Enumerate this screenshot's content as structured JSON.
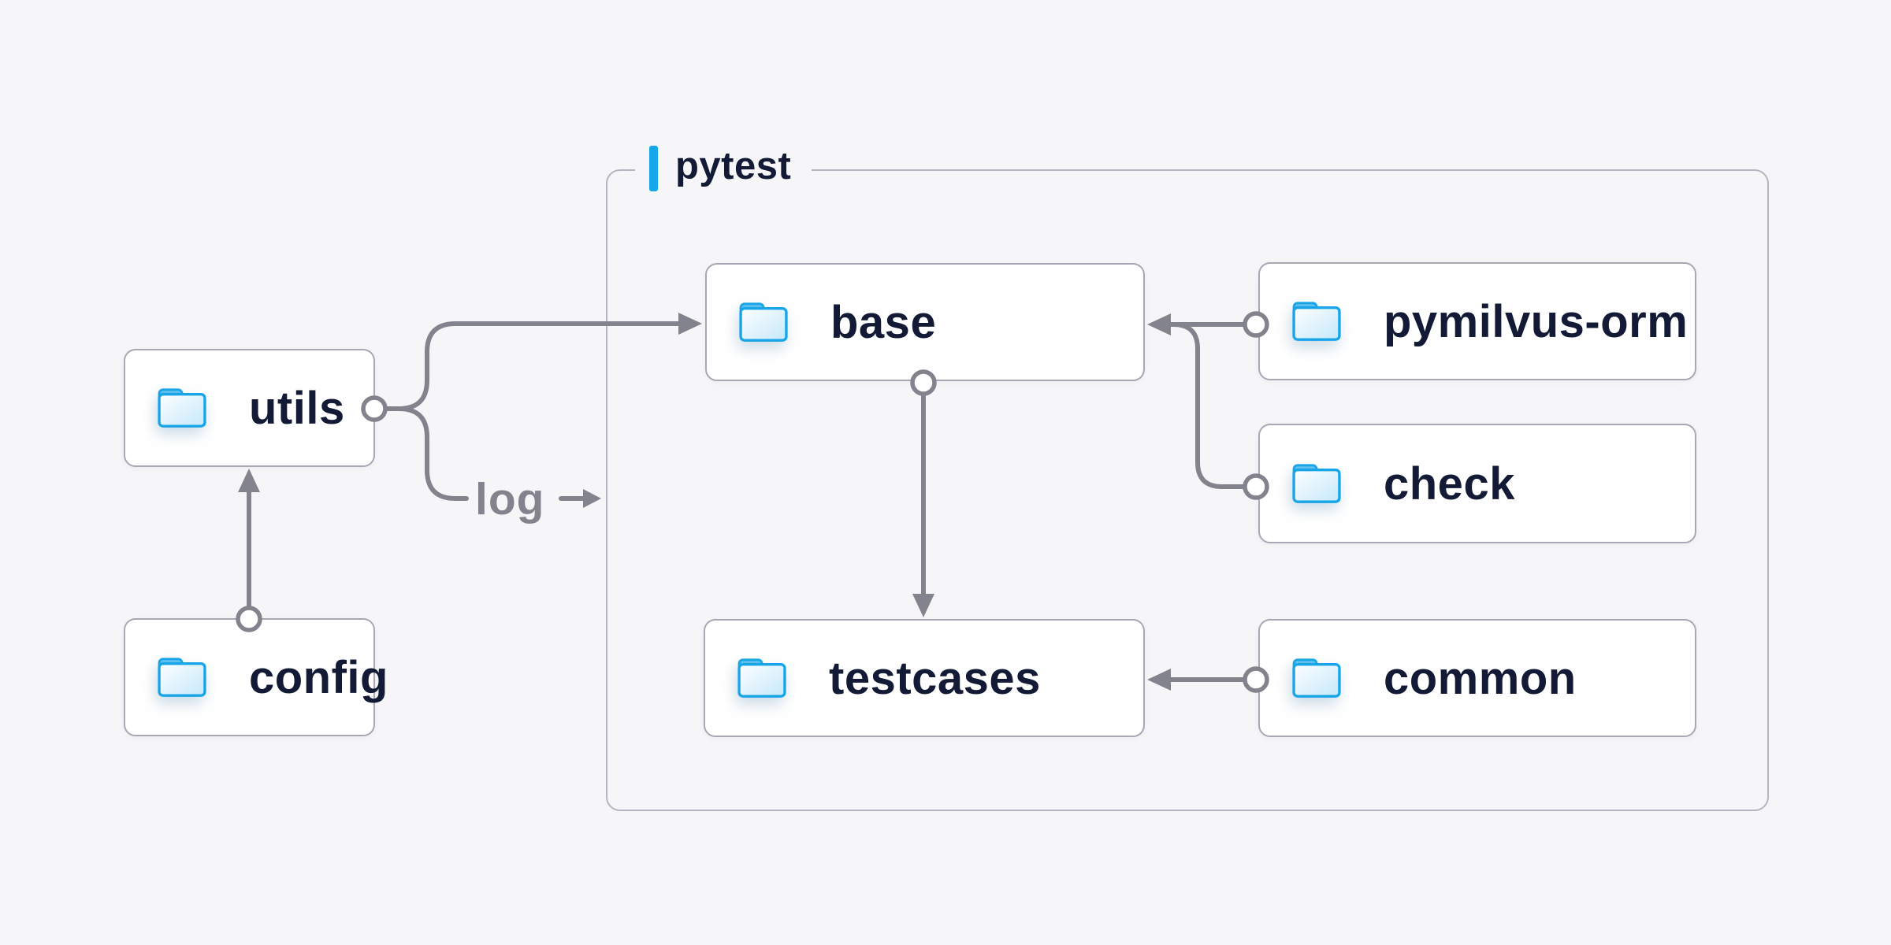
{
  "container": {
    "label": "pytest"
  },
  "nodes": {
    "utils": {
      "label": "utils",
      "icon": "folder-icon"
    },
    "config": {
      "label": "config",
      "icon": "folder-icon"
    },
    "base": {
      "label": "base",
      "icon": "folder-icon"
    },
    "testcases": {
      "label": "testcases",
      "icon": "folder-icon"
    },
    "pymilvus_orm": {
      "label": "pymilvus-orm",
      "icon": "folder-icon"
    },
    "check": {
      "label": "check",
      "icon": "folder-icon"
    },
    "common": {
      "label": "common",
      "icon": "folder-icon"
    }
  },
  "edges": [
    {
      "from": "config",
      "to": "utils"
    },
    {
      "from": "utils",
      "to": "base"
    },
    {
      "from": "utils",
      "to": "pytest",
      "label": "log"
    },
    {
      "from": "base",
      "to": "testcases"
    },
    {
      "from": "pymilvus-orm",
      "to": "base"
    },
    {
      "from": "check",
      "to": "base"
    },
    {
      "from": "common",
      "to": "testcases"
    }
  ],
  "colors": {
    "background": "#f6f6f8",
    "node_fill": "#ffffff",
    "node_border": "#a6a8b4",
    "group_border": "#b3b5c0",
    "connector_gray": "#83838e",
    "text_navy": "#121a35",
    "accent_blue": "#14a7ea",
    "folder_blue": "#18a5e8"
  }
}
